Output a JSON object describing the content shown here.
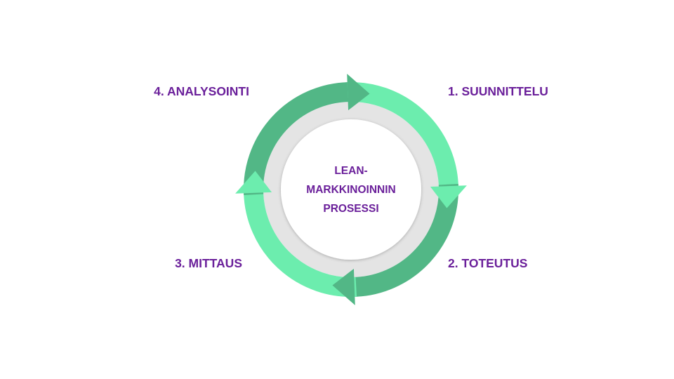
{
  "center_title": [
    "LEAN-",
    "MARKKINOINNIN",
    "PROSESSI"
  ],
  "steps": [
    {
      "label": "1. SUUNNITTELU",
      "color": "#6cedae"
    },
    {
      "label": "2. TOTEUTUS",
      "color": "#52b786"
    },
    {
      "label": "3. MITTAUS",
      "color": "#6cedae"
    },
    {
      "label": "4. ANALYSOINTI",
      "color": "#52b786"
    }
  ],
  "colors": {
    "text": "#6a1f9a",
    "inner_ring": "#e4e4e4",
    "center_fill": "#ffffff"
  }
}
